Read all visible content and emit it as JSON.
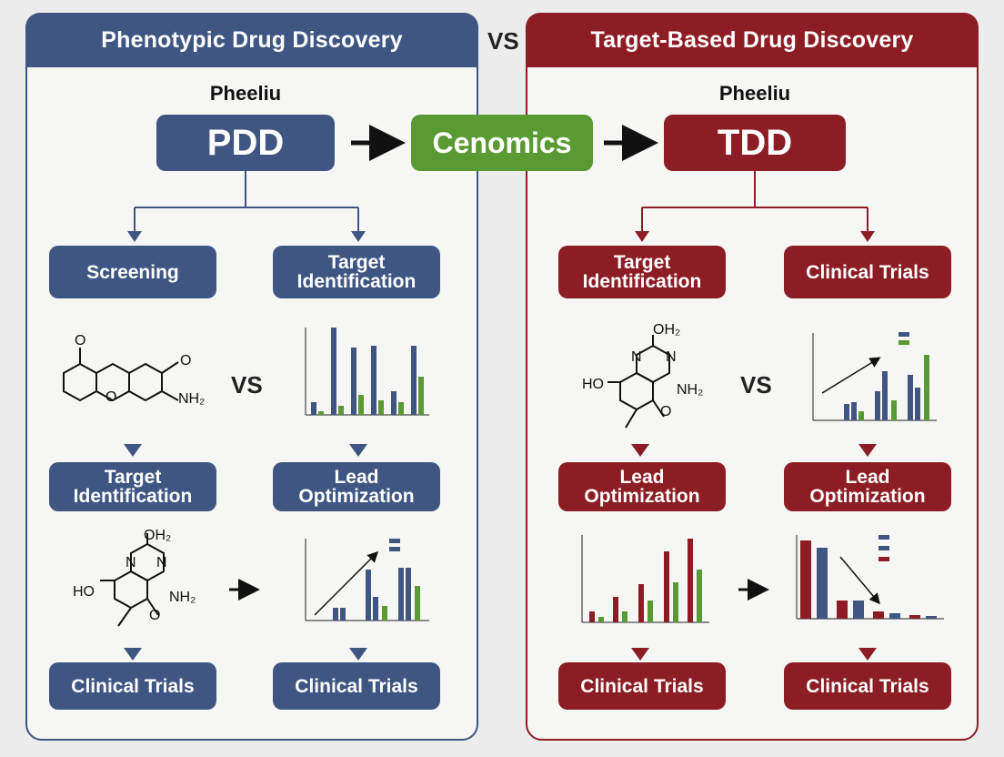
{
  "left_panel": {
    "title": "Phenotypic Drug Discovery",
    "subtitle": "Pheeliu"
  },
  "right_panel": {
    "title": "Target-Based Drug Discovery",
    "subtitle": "Pheeliu"
  },
  "vs_label": "VS",
  "center": {
    "left_box": "PDD",
    "middle_box": "Cenomics",
    "right_box": "TDD"
  },
  "left_boxes": {
    "screening": "Screening",
    "target_identification_top": "Target Identification",
    "target_identification": [
      "Target",
      "Identification"
    ],
    "lead_optimization": [
      "Lead",
      "Optimization"
    ],
    "clinical_trials_left": "Clinical Trials",
    "clinical_trials_right": "Clinical Trials"
  },
  "right_boxes": {
    "target_identification": "Target Identification",
    "clinical_trials_top": "Clinical Trials",
    "lead_optimization_left": [
      "Lead",
      "Optimization"
    ],
    "lead_optimization_right": [
      "Lead",
      "Optimization"
    ],
    "clinical_trials_left": "Clinical Trials",
    "clinical_trials_right": "Clinical Trials"
  },
  "molecule_labels": {
    "o": "O",
    "nh2": "NH₂",
    "oh2": "OH₂",
    "n": "N",
    "ho": "HO"
  },
  "colors": {
    "blue": "#3f5683",
    "red": "#8c1d25",
    "green": "#5a9a32"
  }
}
